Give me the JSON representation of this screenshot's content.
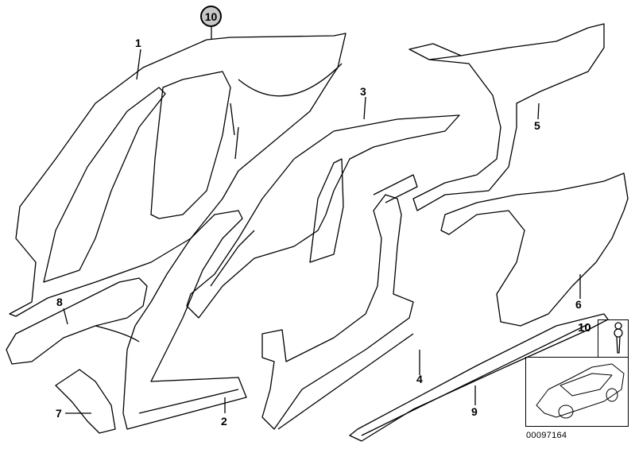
{
  "diagram": {
    "callouts": {
      "p1": "1",
      "p2": "2",
      "p3": "3",
      "p4": "4",
      "p5": "5",
      "p6": "6",
      "p7": "7",
      "p8": "8",
      "p9": "9",
      "p10_circled": "10",
      "p10_inset": "10"
    },
    "diagram_code": "00097164"
  }
}
